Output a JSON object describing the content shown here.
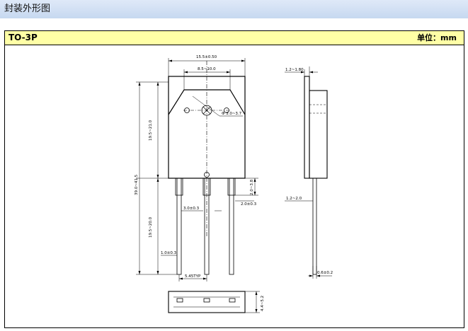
{
  "section": {
    "title": "封装外形图"
  },
  "package": {
    "name": "TO-3P",
    "unit_label": "单位：mm"
  },
  "dimensions": {
    "body_width": "15.5±0.50",
    "top_width": "8.5~10.0",
    "hole_diameter": "Φ 3.0~3.7",
    "total_height": "39.0~41.5",
    "upper_height": "19.5~21.0",
    "lower_height": "19.5~20.0",
    "pin_upper_len": "2.0~3.8",
    "pin_width_mid": "3.0±0.3",
    "pin_width_right": "2.0±0.3",
    "pin_width_left": "1.0±0.3",
    "pin_pitch": "5.45TYP",
    "tab_thickness": "1.2~1.80",
    "lead_offset": "1.2~2.0",
    "lead_thickness": "0.6±0.2",
    "bottom_height": "4.4~5.2"
  }
}
